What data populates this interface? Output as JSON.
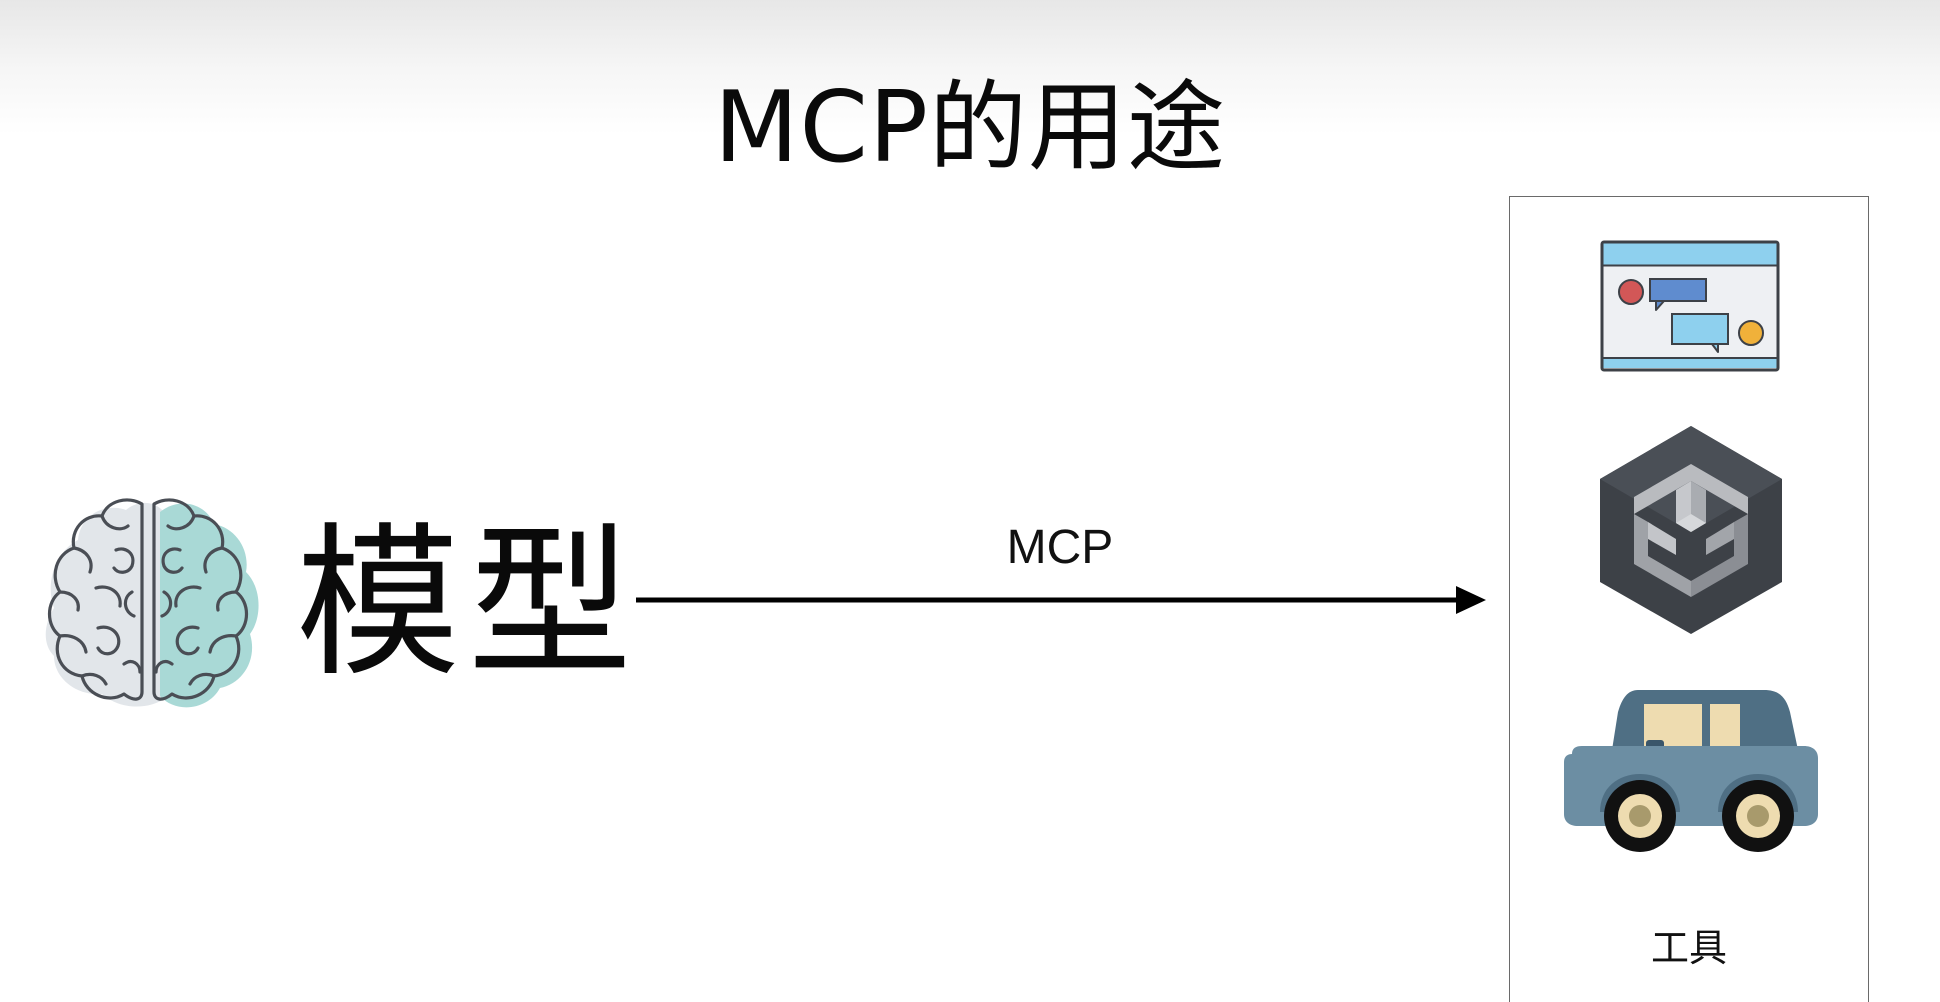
{
  "slide": {
    "title": "MCP的用途",
    "model": {
      "label": "模型",
      "icon": "brain-icon"
    },
    "connector": {
      "label": "MCP",
      "direction": "left-to-right"
    },
    "tools": {
      "label": "工具",
      "items": [
        {
          "icon": "chat-window-icon"
        },
        {
          "icon": "unity-cube-icon"
        },
        {
          "icon": "car-icon"
        }
      ]
    }
  },
  "colors": {
    "text": "#0a0a0a",
    "brain_left_fill": "#e2e6ea",
    "brain_right_fill": "#a9d9d6",
    "brain_outline": "#4a4e55",
    "box_border": "#6a6a6a",
    "arrow": "#000000",
    "window_bar": "#8ed0ee",
    "chat_bubble": "#5f8ccf",
    "unity_dark": "#3d4147",
    "unity_light": "#b9bbbf",
    "car_body": "#6c8ea3",
    "car_window": "#eedcb0"
  }
}
